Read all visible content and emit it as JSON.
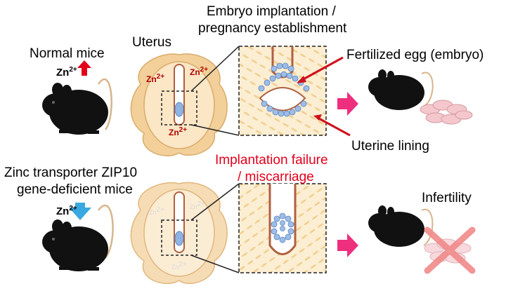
{
  "labels": {
    "title_line1": "Embryo implantation /",
    "title_line2": "pregnancy establishment",
    "normal_mice": "Normal mice",
    "uterus": "Uterus",
    "fertilized_egg": "Fertilized egg (embryo)",
    "uterine_lining": "Uterine lining",
    "zip10_line1": "Zinc transporter ZIP10",
    "zip10_line2": "gene-deficient mice",
    "failure_line1": "Implantation failure",
    "failure_line2": "/ miscarriage",
    "infertility": "Infertility"
  },
  "zinc": {
    "symbol": "Zn",
    "charge": "2+",
    "top_indicator": "up",
    "bottom_indicator": "down"
  },
  "colors": {
    "highlight_text": "#e3001b",
    "up_arrow": "#e3001b",
    "down_arrow": "#3aa8e0",
    "result_arrow": "#ee2f7d",
    "uterus_fill": "#f9e3bf",
    "uterus_stroke": "#e0b77c",
    "lining_fill": "#f7e5c4",
    "cell_fill": "#8fb4e3",
    "cross": "#f08a8a"
  }
}
